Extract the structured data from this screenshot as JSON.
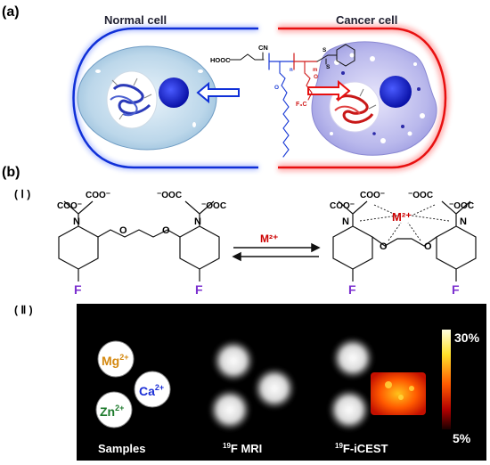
{
  "panel_a": {
    "label": "(a)",
    "normal_cell_label": "Normal cell",
    "cancer_cell_label": "Cancer cell",
    "polymer": {
      "cooh": "HOOC",
      "cn": "CN",
      "sub_m": "m",
      "sub_n": "n",
      "o1": "O",
      "o2": "O",
      "s1": "S",
      "s2": "S",
      "f3c": "F₃C"
    }
  },
  "panel_b": {
    "label": "(b)",
    "sub_i": "( Ⅰ )",
    "sub_ii": "( Ⅱ )",
    "coo_labels": [
      "COO⁻",
      "COO⁻",
      "⁻OOC",
      "⁻OOC"
    ],
    "n_label": "N",
    "o_label": "O",
    "f_label": "F",
    "ion_label": "M²⁺",
    "ion_colors": {
      "arrow_label": "#cc0000",
      "f": "#7b2fcf"
    }
  },
  "panel_ii": {
    "samples": [
      {
        "label": "Mg",
        "charge": "2+",
        "color": "#d4880f"
      },
      {
        "label": "Ca",
        "charge": "2+",
        "color": "#1c2fd6"
      },
      {
        "label": "Zn",
        "charge": "2+",
        "color": "#1d7a2c"
      }
    ],
    "captions": {
      "samples": "Samples",
      "mri_pre": "19",
      "mri_post": "F MRI",
      "icest_pre": "19",
      "icest_post": "F-iCEST"
    },
    "colorbar": {
      "max": "30%",
      "min": "5%"
    }
  }
}
